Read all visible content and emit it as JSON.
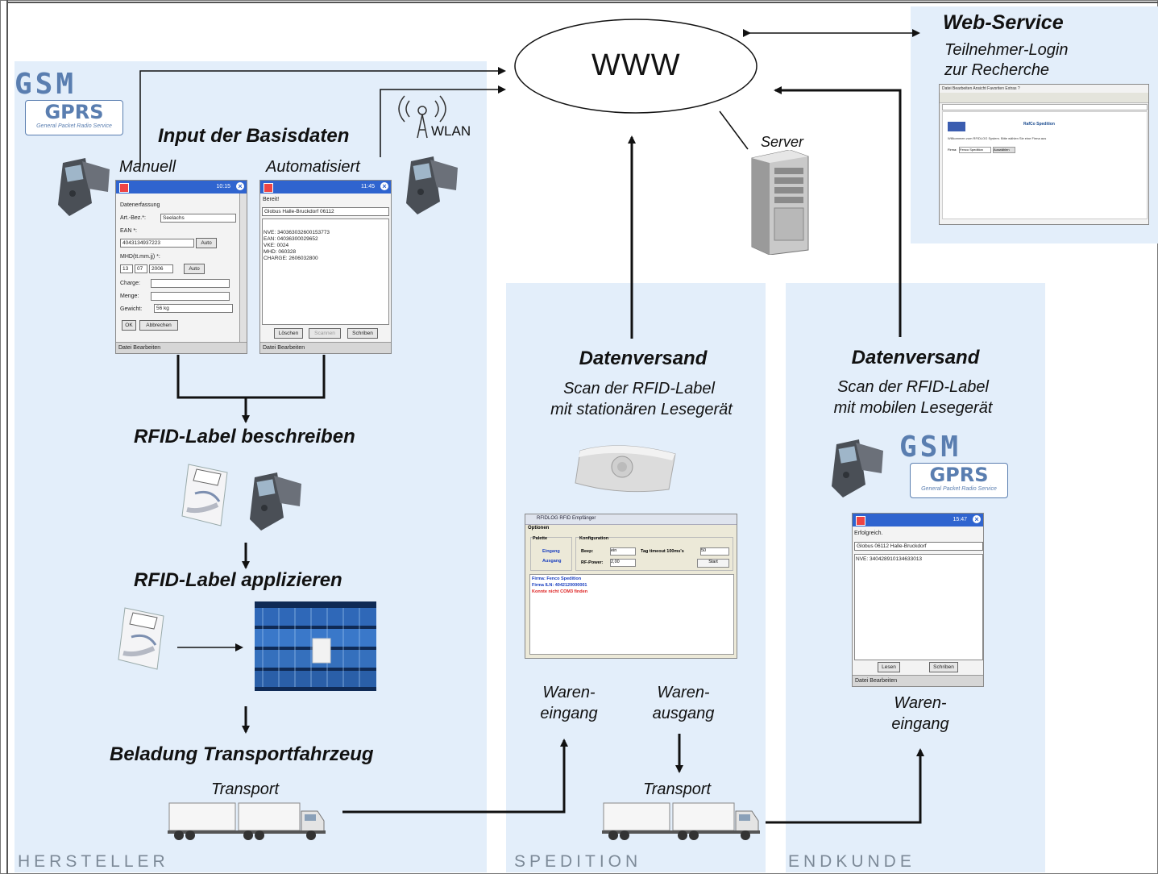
{
  "zones": {
    "hersteller": "HERSTELLER",
    "spedition": "SPEDITION",
    "endkunde": "ENDKUNDE"
  },
  "www": {
    "label": "WWW"
  },
  "server": {
    "label": "Server"
  },
  "web_service": {
    "title": "Web-Service",
    "line1": "Teilnehmer-Login",
    "line2": "zur Recherche"
  },
  "gsm": {
    "logo_text": "GSM",
    "gprs_text": "GPRS",
    "gprs_sub": "General Packet Radio Service"
  },
  "wlan": {
    "label": "WLAN"
  },
  "hersteller": {
    "input_title": "Input der Basisdaten",
    "manuell": "Manuell",
    "automatisiert": "Automatisiert",
    "step1": "RFID-Label beschreiben",
    "step2": "RFID-Label applizieren",
    "step3": "Beladung Transportfahrzeug",
    "transport": "Transport"
  },
  "pda_manual": {
    "clock": "10:15",
    "heading": "Datenerfassung",
    "art_label": "Art.-Bez.*:",
    "art_value": "Seelachs",
    "ean_label": "EAN *:",
    "ean_value": "4043134937223",
    "auto1": "Auto",
    "mhd_label": "MHD(tt.mm.jj) *:",
    "mhd_d": "13",
    "mhd_m": "07",
    "mhd_y": "2006",
    "auto2": "Auto",
    "charge_label": "Charge:",
    "menge_label": "Menge:",
    "gewicht_label": "Gewicht:",
    "gewicht_value": "56 kg",
    "ok": "OK",
    "abbrechen": "Abbrechen",
    "menu": "Datei  Bearbeiten"
  },
  "pda_auto": {
    "clock": "11:45",
    "status": "Bereit!",
    "select": "Globus Halle-Bruckdorf 06112",
    "lines": [
      "NVE: 340363032600153773",
      "EAN: 04036300029652",
      "VKE: 0024",
      "MHD: 060328",
      "CHARGE: 2606032800"
    ],
    "loeschen": "Löschen",
    "scannen": "Scannen",
    "schreiben": "Schriben",
    "menu": "Datei  Bearbeiten"
  },
  "spedition": {
    "title": "Datenversand",
    "sub1": "Scan der RFID-Label",
    "sub2": "mit stationären Lesegerät",
    "eingang1": "Waren-",
    "eingang2": "eingang",
    "ausgang1": "Waren-",
    "ausgang2": "ausgang",
    "transport": "Transport"
  },
  "spedition_app": {
    "title": "RFIDLOG RFID Empfänger",
    "menu": "Optionen",
    "palette": "Palette",
    "eingang": "Eingang",
    "ausgang": "Ausgang",
    "konfiguration": "Konfiguration",
    "beep": "Beep:",
    "beep_val": "ein",
    "timeout": "Tag timeout 100ms's",
    "timeout_val": "50",
    "rfpower": "RF-Power:",
    "rfpower_val": "2,00",
    "start": "Start",
    "log1": "Firma: Fenco Spedition",
    "log2": "Firma ILN: 4042120000001",
    "log3": "Konnte nicht COM3 finden"
  },
  "endkunde": {
    "title": "Datenversand",
    "sub1": "Scan der RFID-Label",
    "sub2": "mit mobilen Lesegerät",
    "eingang1": "Waren-",
    "eingang2": "eingang"
  },
  "pda_endkunde": {
    "clock": "15:47",
    "status": "Erfolgreich.",
    "select": "Globus 06112 Halle-Bruckdorf",
    "line": "NVE: 340428910134633013",
    "lesen": "Lesen",
    "schreiben": "Schriben",
    "menu": "Datei  Bearbeiten"
  },
  "browser": {
    "menu": "Datei  Bearbeiten  Ansicht  Favoriten  Extras  ?",
    "brand": "RafCo Spedition",
    "welcome": "Willkommen zum RFIDLOG System. Bitte wählen Sie eine Firma aus",
    "firma_label": "Firma:",
    "firma_value": "Fenco Spedition",
    "submit": "Auswählen"
  }
}
